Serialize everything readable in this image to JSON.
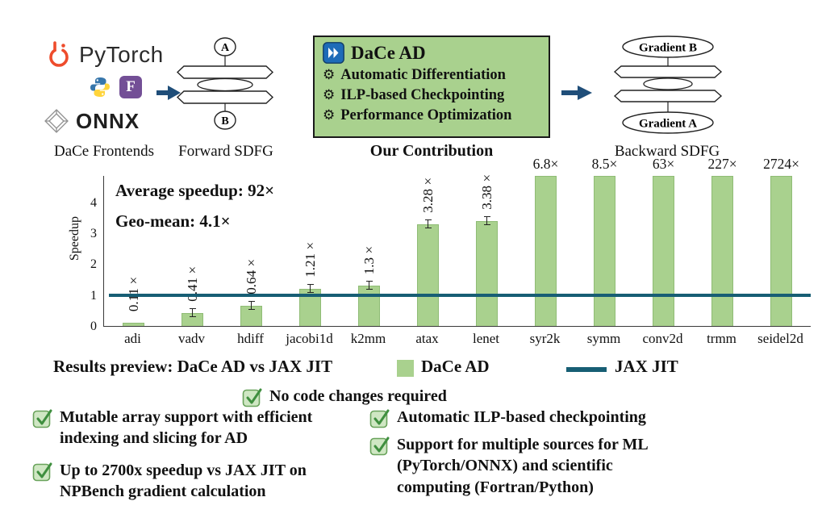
{
  "colors": {
    "bar_green": "#a9d18e",
    "box_green": "#a9d18e",
    "baseline_teal": "#175e74",
    "pytorch_orange": "#ee4c2c",
    "fortran_purple": "#734f96",
    "dace_blue": "#1e6bb8",
    "check_green": "#3f8f3f"
  },
  "icons": {
    "gear": "⚙"
  },
  "pipeline": {
    "frontends": {
      "pytorch": "PyTorch",
      "fortran": "F",
      "onnx": "ONNX",
      "caption": "DaCe Frontends"
    },
    "forward_sdfg": {
      "top_node": "A",
      "bottom_node": "B",
      "caption": "Forward SDFG"
    },
    "contribution": {
      "title": "DaCe AD",
      "items": [
        "Automatic Differentiation",
        "ILP-based Checkpointing",
        "Performance Optimization"
      ],
      "caption": "Our Contribution"
    },
    "backward_sdfg": {
      "top_node": "Gradient B",
      "bottom_node": "Gradient A",
      "caption": "Backward SDFG"
    }
  },
  "chart_data": {
    "type": "bar",
    "title": "",
    "series_name": "DaCe AD",
    "categories": [
      "adi",
      "vadv",
      "hdiff",
      "jacobi1d",
      "k2mm",
      "atax",
      "lenet",
      "syr2k",
      "symm",
      "conv2d",
      "trmm",
      "seidel2d"
    ],
    "values": [
      0.11,
      0.41,
      0.64,
      1.21,
      1.3,
      3.28,
      3.38,
      6.8,
      8.5,
      63,
      227,
      2724
    ],
    "bar_labels": [
      "0.11×",
      "0.41×",
      "0.64×",
      "1.21×",
      "1.3×",
      "3.28×",
      "3.38×",
      "6.8×",
      "8.5×",
      "63×",
      "227×",
      "2724×"
    ],
    "baseline": {
      "name": "JAX JIT",
      "value": 1
    },
    "ylabel": "Speedup",
    "yticks": [
      0,
      1,
      2,
      3,
      4
    ],
    "ylim": [
      0,
      4.85
    ],
    "grid": false,
    "legend_position": "bottom",
    "annotations": [
      "Average speedup: 92×",
      "Geo-mean: 4.1×"
    ]
  },
  "legend": {
    "title": "Results preview: DaCe AD vs JAX JIT",
    "dace": "DaCe AD",
    "jax": "JAX JIT"
  },
  "highlights": {
    "center": "No code changes required",
    "left": [
      "Mutable array support with efficient indexing and slicing for AD",
      "Up to 2700x speedup vs JAX JIT on NPBench gradient calculation"
    ],
    "right": [
      "Automatic ILP-based checkpointing",
      "Support for multiple sources for ML (PyTorch/ONNX) and scientific computing (Fortran/Python)"
    ]
  }
}
